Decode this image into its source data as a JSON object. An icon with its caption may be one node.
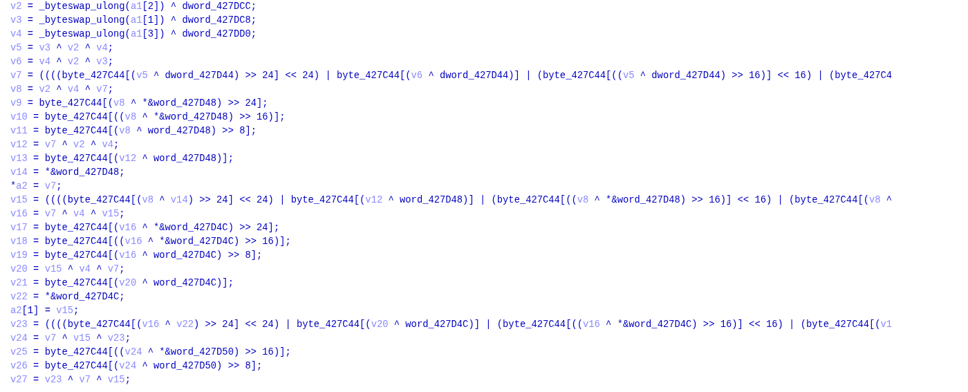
{
  "diagram": {
    "labels": [
      "v2 = _byteswap_ulong(a1[2]) ^ dword_427DCC;",
      "v3 = _byteswap_ulong(a1[1]) ^ dword_427DC8;",
      "v4 = _byteswap_ulong(a1[3]) ^ dword_427DD0;",
      "v5 = v3 ^ v2 ^ v4;",
      "v6 = v4 ^ v2 ^ v3;",
      "v7 = ((((byte_427C44[(v5 ^ dword_427D44) >> 24] << 24) | byte_427C44[(v6 ^ dword_427D44)] | (byte_427C44[((v5 ^ dword_427D44) >> 16)] << 16) | (byte_427C4",
      "v8 = v2 ^ v4 ^ v7;",
      "v9 = byte_427C44[(v8 ^ *&word_427D48) >> 24];",
      "v10 = byte_427C44[((v8 ^ *&word_427D48) >> 16)];",
      "v11 = byte_427C44[(v8 ^ word_427D48) >> 8];",
      "v12 = v7 ^ v2 ^ v4;",
      "v13 = byte_427C44[(v12 ^ word_427D48)];",
      "v14 = *&word_427D48;",
      "*a2 = v7;",
      "v15 = ((((byte_427C44[(v8 ^ v14) >> 24] << 24) | byte_427C44[(v12 ^ word_427D48)] | (byte_427C44[((v8 ^ *&word_427D48) >> 16)] << 16) | (byte_427C44[(v8 ^",
      "v16 = v7 ^ v4 ^ v15;",
      "v17 = byte_427C44[(v16 ^ *&word_427D4C) >> 24];",
      "v18 = byte_427C44[((v16 ^ *&word_427D4C) >> 16)];",
      "v19 = byte_427C44[(v16 ^ word_427D4C) >> 8];",
      "v20 = v15 ^ v4 ^ v7;",
      "v21 = byte_427C44[(v20 ^ word_427D4C)];",
      "v22 = *&word_427D4C;",
      "a2[1] = v15;",
      "v23 = ((((byte_427C44[(v16 ^ v22) >> 24] << 24) | byte_427C44[(v20 ^ word_427D4C)] | (byte_427C44[((v16 ^ *&word_427D4C) >> 16)] << 16) | (byte_427C44[(v1",
      "v24 = v7 ^ v15 ^ v23;",
      "v25 = byte_427C44[((v24 ^ *&word_427D50) >> 16)];",
      "v26 = byte_427C44[(v24 ^ word_427D50) >> 8];",
      "v27 = v23 ^ v7 ^ v15;"
    ]
  }
}
